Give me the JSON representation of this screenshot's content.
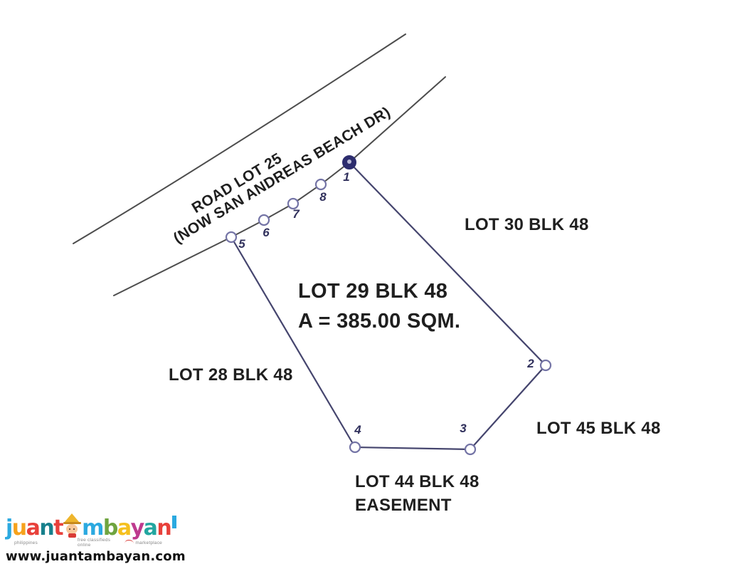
{
  "image": {
    "background": "#ffffff"
  },
  "road": {
    "name_line1": "ROAD LOT 25",
    "name_line2": "(NOW SAN ANDREAS BEACH DR)"
  },
  "main_lot": {
    "label": "LOT 29 BLK 48",
    "area": "A = 385.00 SQM."
  },
  "adjacent_lots": {
    "lot30": "LOT 30 BLK 48",
    "lot28": "LOT 28 BLK 48",
    "lot45": "LOT 45 BLK 48",
    "lot44_line1": "LOT 44 BLK 48",
    "lot44_line2": "EASEMENT"
  },
  "vertices": [
    {
      "label": "1"
    },
    {
      "label": "2"
    },
    {
      "label": "3"
    },
    {
      "label": "4"
    },
    {
      "label": "5"
    },
    {
      "label": "6"
    },
    {
      "label": "7"
    },
    {
      "label": "8"
    }
  ],
  "diagram_colors": {
    "road_line": "#4d4d4d",
    "lot_line": "#45456e",
    "vertex_ring": "#7474a6",
    "vertex1_fill": "#2d2d6e",
    "vertex1_center": "#b9b9d6",
    "text": "#1f1f1f"
  },
  "watermark": {
    "brand": "juantambayan",
    "letters": [
      {
        "ch": "j",
        "color": "#2BA9E0"
      },
      {
        "ch": "u",
        "color": "#F6A21C"
      },
      {
        "ch": "a",
        "color": "#E8403A"
      },
      {
        "ch": "n",
        "color": "#17808C"
      },
      {
        "ch": "t",
        "color": "#E8413B"
      },
      {
        "ch": "m",
        "color": "#2BA9E0"
      },
      {
        "ch": "b",
        "color": "#6FA43F"
      },
      {
        "ch": "a",
        "color": "#F5C01E"
      },
      {
        "ch": "y",
        "color": "#BE3A8E"
      },
      {
        "ch": "a",
        "color": "#22A6A0"
      },
      {
        "ch": "n",
        "color": "#E8403A"
      }
    ],
    "tagline_left": "philippines",
    "tagline_mid": "free classifieds online",
    "tagline_right": "marketplace",
    "url": "www.juantambayan.com",
    "colors": {
      "hat": "#EEB52C",
      "face": "#F8C89B",
      "scarf": "#D93A35",
      "tag": "#2BA9E0",
      "swoosh": "#D93A35",
      "tagline_text": "#8a8a8a",
      "url_text": "#101010"
    }
  }
}
